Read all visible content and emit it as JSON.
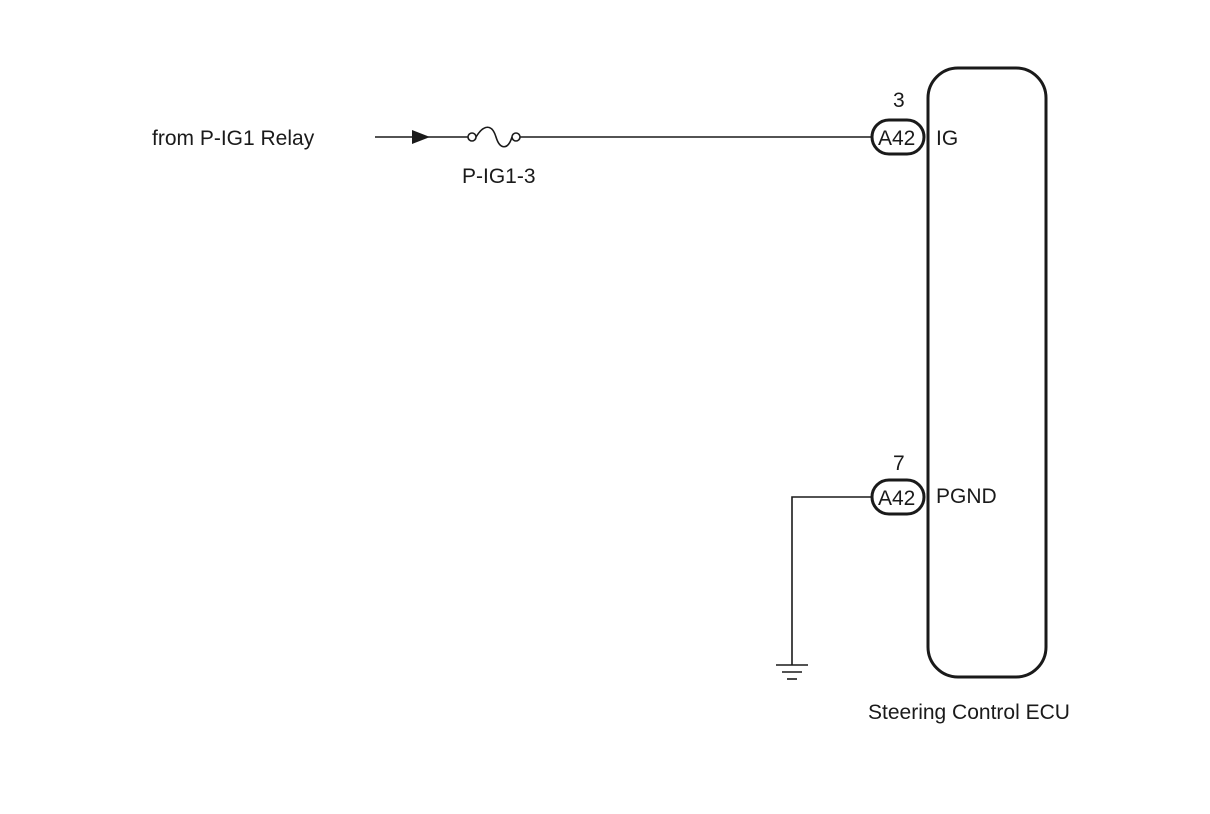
{
  "source_label": "from P-IG1 Relay",
  "fuse_label": "P-IG1-3",
  "ecu_label": "Steering Control ECU",
  "pins": [
    {
      "pin_number": "3",
      "connector": "A42",
      "terminal": "IG"
    },
    {
      "pin_number": "7",
      "connector": "A42",
      "terminal": "PGND"
    }
  ]
}
